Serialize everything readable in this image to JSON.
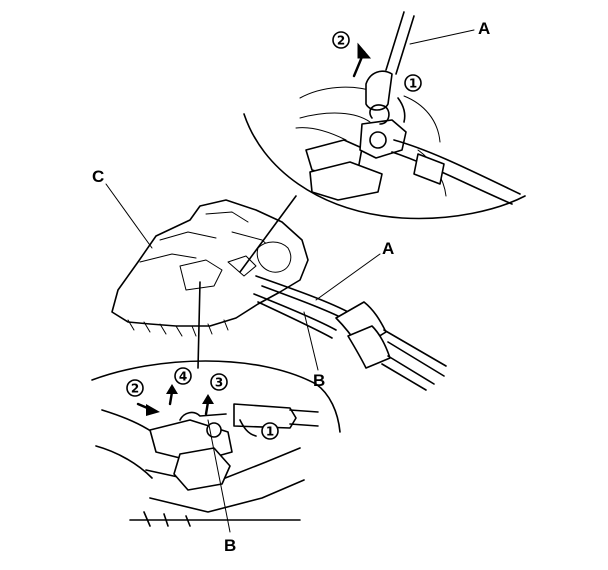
{
  "callouts": {
    "a_top": "A",
    "a_mid": "A",
    "b_mid": "B",
    "b_bottom": "B",
    "c": "C"
  },
  "steps": {
    "top": {
      "one": "1",
      "two": "2"
    },
    "bottom": {
      "one": "1",
      "two": "2",
      "three": "3",
      "four": "4"
    }
  },
  "icons": [
    "circled-number",
    "up-arrow",
    "leader-line",
    "detail-view-arc"
  ]
}
